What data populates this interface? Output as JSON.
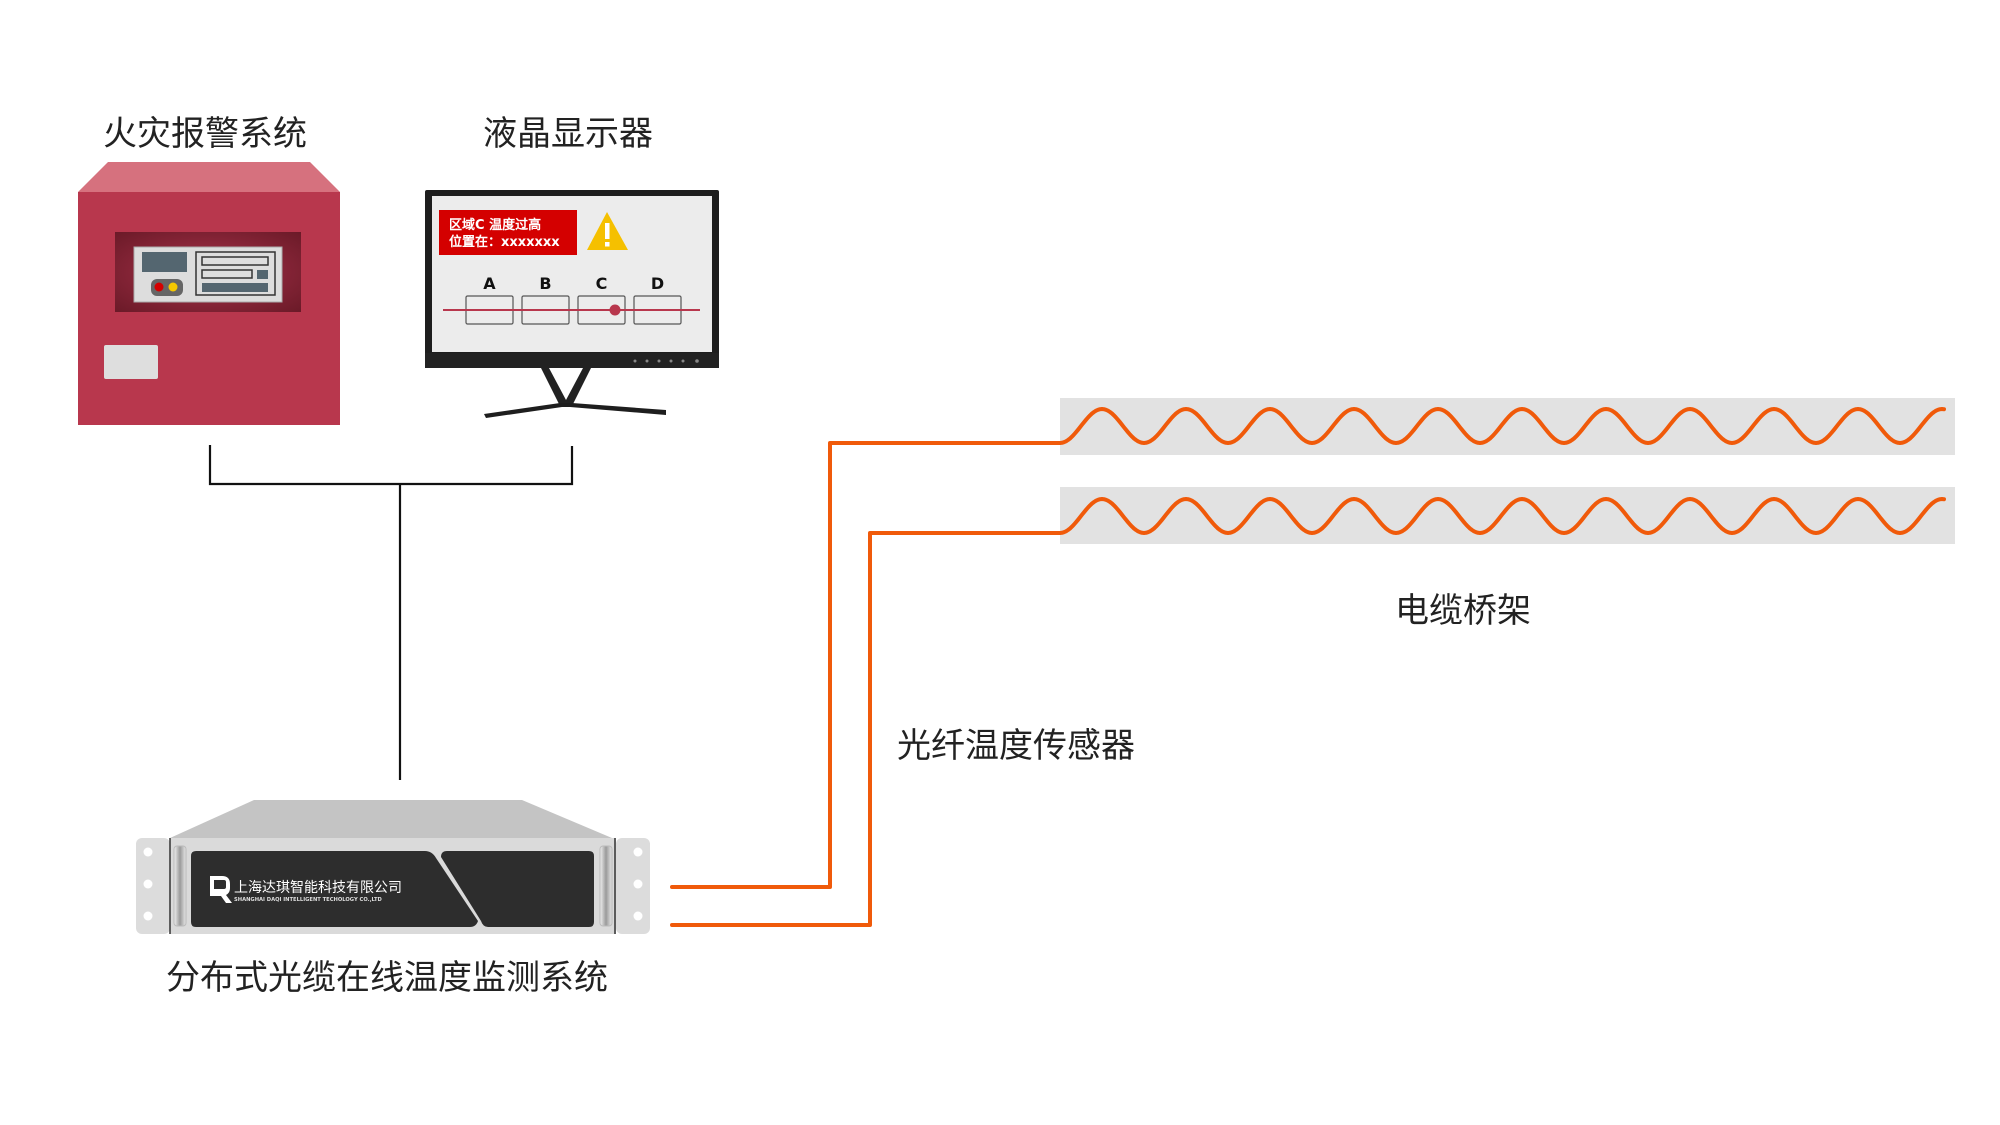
{
  "labels": {
    "fire_alarm": "火灾报警系统",
    "lcd_monitor": "液晶显示器",
    "dts_system": "分布式光缆在线温度监测系统",
    "fiber_sensor": "光纤温度传感器",
    "cable_tray": "电缆桥架"
  },
  "monitor_screen": {
    "alert_line1": "区域C  温度过高",
    "alert_line2": "位置在：xxxxxxx",
    "alert_icon": "warning-triangle-icon",
    "zones": [
      "A",
      "B",
      "C",
      "D"
    ],
    "hot_zone": "C"
  },
  "server": {
    "brand_cn": "上海达琪智能科技有限公司",
    "brand_en": "SHANGHAI DAQI INTELLIGENT TECHOLOGY CO.,LTD"
  },
  "colors": {
    "fiber": "#f05a0a",
    "fire_box": "#b8374d",
    "alert_red": "#d40000",
    "warning_yellow": "#f5c000",
    "tray": "#e2e2e2"
  }
}
